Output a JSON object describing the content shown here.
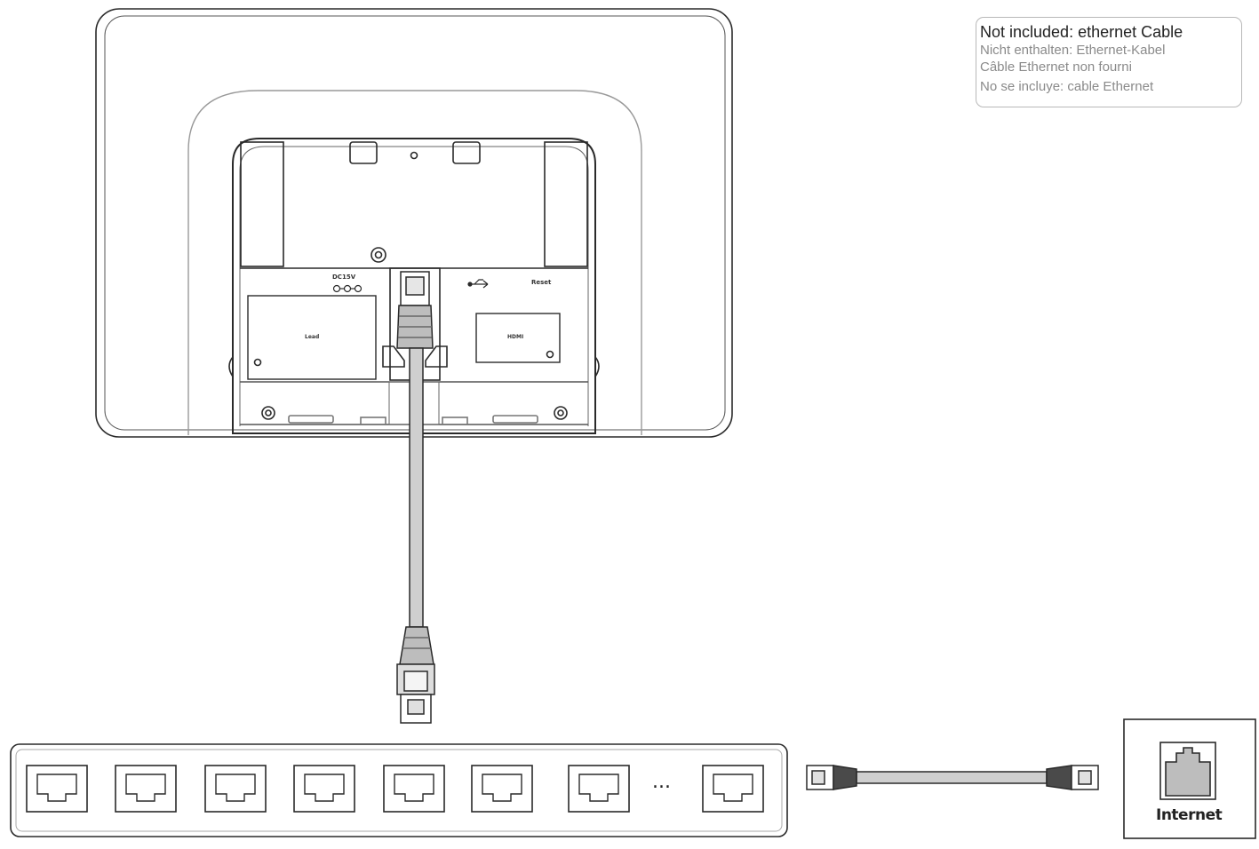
{
  "note": {
    "title": "Not included: ethernet Cable",
    "lines": [
      "Nicht enthalten: Ethernet-Kabel",
      "Câble Ethernet non fourni",
      "No se incluye: cable Ethernet"
    ]
  },
  "device": {
    "power_label": "DC15V",
    "left_panel_label": "Lead",
    "right_panel_label": "HDMI",
    "reset_label": "Reset"
  },
  "switch": {
    "ellipsis": "..."
  },
  "internet": {
    "label": "Internet"
  }
}
